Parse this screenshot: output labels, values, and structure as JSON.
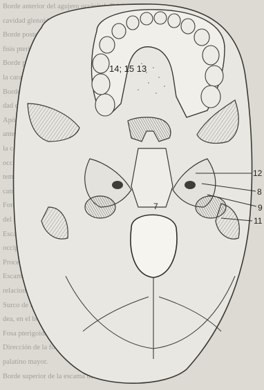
{
  "figure": {
    "center_label": "14; 15 13",
    "labels": [
      "7",
      "12",
      "8",
      "9",
      "11"
    ]
  },
  "background_text": [
    "Borde anterior del agujero occipital. Tubérculo de la",
    "cavidad glenoidea del hueso temporal.",
    "Borde posterior del hueso palatino. Apófisis de la apó-",
    "fisis pterigoides del esfenoides.",
    "Borde posterior del vómer. Inserción del músculo de",
    "la cara interna de la lámina.",
    "Borde inferior de la porción petrosa del temporal. Cavi-",
    "dad del agujero carotídeo.",
    "Apófisis basilar del occipital. Tubérculo faríngeo del",
    "anterior del occipital, que se une con el esfenoides",
    "la cavidad craneal. Agujero rasgado anterior del",
    "occipital. Fosa yugular de la cara inferior del",
    "temporal. Apófisis estiloides, su base y",
    "canal carotídeo.",
    "Foramen magno u occipital del cráneo. Conducto",
    "del hipogloso. Cóndilo occipital del hueso",
    "Escama del occipital, su superficie y las líneas",
    "occipitales, cara inferior de la escama.",
    "Proceso de la apófisis mastoides del temporal.",
    "Escama del temporal, sus bordes y sus",
    "relaciones con la base del cráneo.",
    "Surco de la arteria occipital. Escotadura mastoi-",
    "dea, en el borde del agujero mastoideo.",
    "Fosa pterigoidea del esfenoides (fosa del ala).",
    "Dirección de la fosa incisiva. Conducto",
    "palatino mayor.",
    "Borde superior de la escama de la porción petrosa"
  ]
}
